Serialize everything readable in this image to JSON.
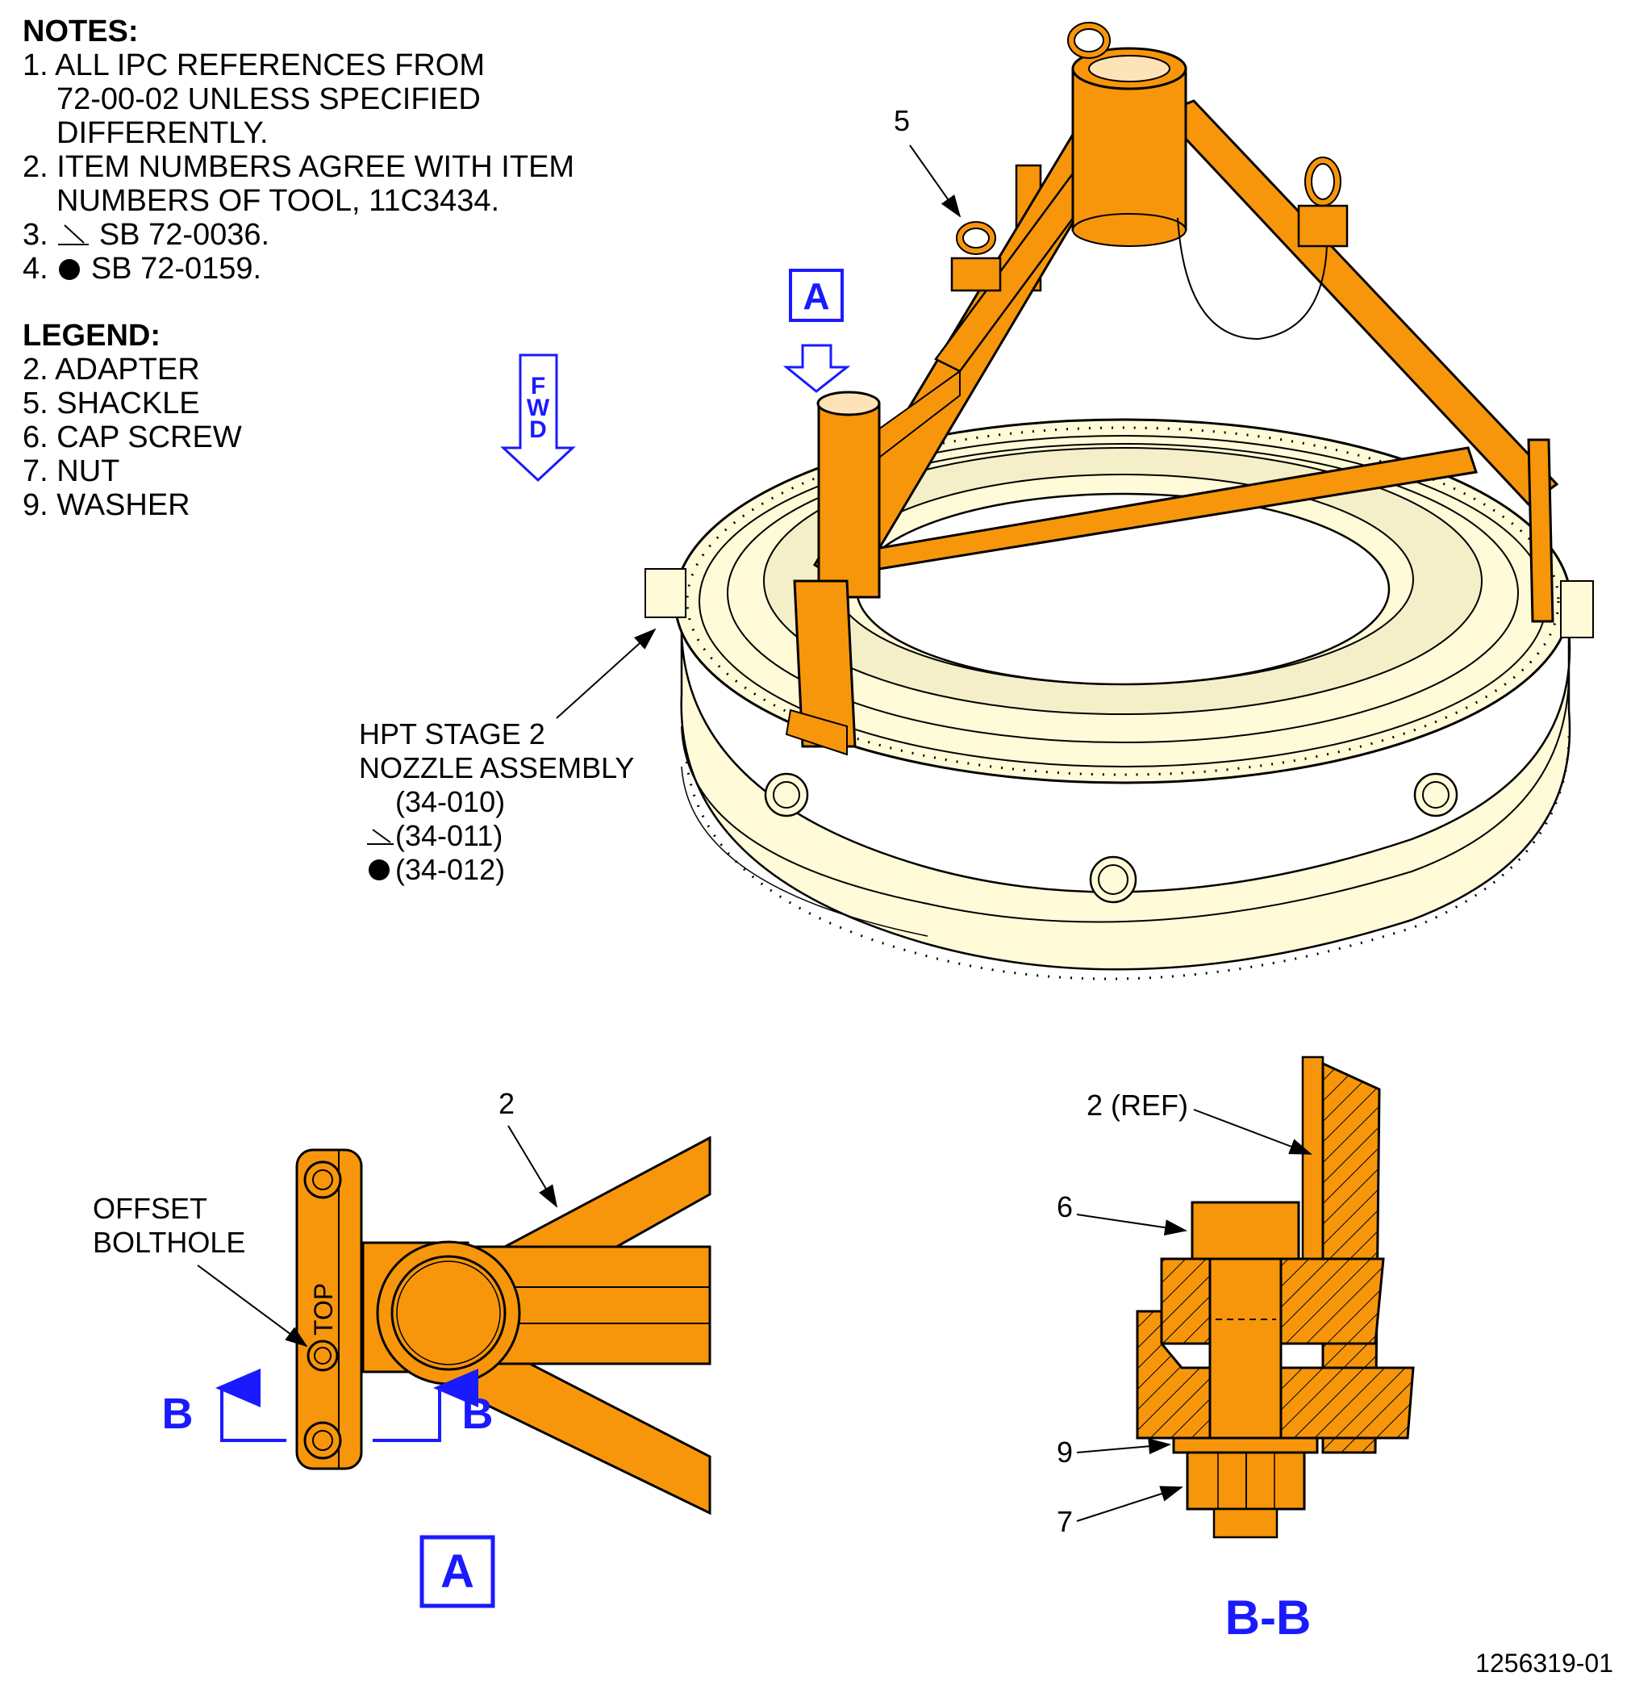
{
  "notes": {
    "title": "NOTES:",
    "items": [
      {
        "num": "1.",
        "lines": [
          "ALL IPC REFERENCES FROM",
          "72-00-02 UNLESS SPECIFIED",
          "DIFFERENTLY."
        ]
      },
      {
        "num": "2.",
        "lines": [
          "ITEM NUMBERS AGREE WITH ITEM",
          "NUMBERS OF TOOL, 11C3434."
        ]
      },
      {
        "num": "3.",
        "lines": [
          "SB 72-0036."
        ]
      },
      {
        "num": "4.",
        "lines": [
          "SB 72-0159."
        ]
      }
    ]
  },
  "legend": {
    "title": "LEGEND:",
    "items": [
      "2. ADAPTER",
      "5. SHACKLE",
      "6. CAP SCREW",
      "7. NUT",
      "9. WASHER"
    ]
  },
  "fwd_arrow": {
    "letters": [
      "F",
      "W",
      "D"
    ]
  },
  "callouts": {
    "item5": "5",
    "view_a_marker": "A",
    "hpt_lines": [
      "HPT STAGE 2",
      "NOZZLE ASSEMBLY",
      "(34-010)",
      "(34-011)",
      "(34-012)"
    ],
    "item2": "2",
    "offset_bolthole": [
      "OFFSET",
      "BOLTHOLE"
    ],
    "top_text": "TOP",
    "section_b_left": "B",
    "section_b_right": "B",
    "view_a_label": "A",
    "ref2": "2 (REF)",
    "item6": "6",
    "item9": "9",
    "item7": "7",
    "section_title": "B-B"
  },
  "figure_id": "1256319-01",
  "colors": {
    "tool": "#f7960b",
    "assembly": "#fffbd8",
    "callout_blue": "#1a1aff",
    "outline": "#000000"
  }
}
